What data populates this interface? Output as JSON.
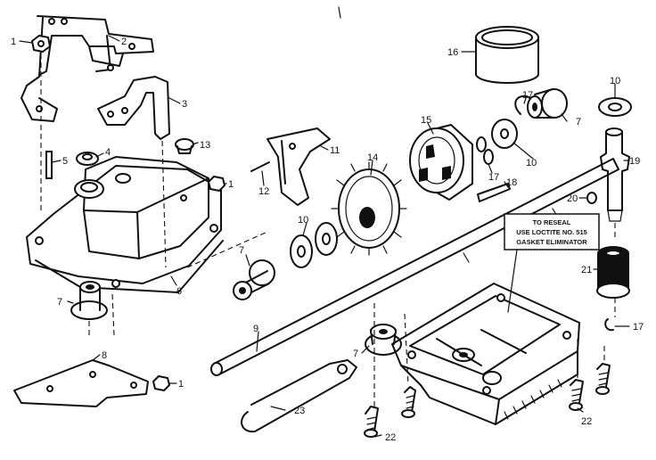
{
  "callouts": {
    "c1a": "1",
    "c1b": "1",
    "c1c": "1",
    "c2": "2",
    "c3": "3",
    "c4": "4",
    "c5": "5",
    "c6": "6",
    "c7a": "7",
    "c7b": "7",
    "c7c": "7",
    "c7d": "7",
    "c8": "8",
    "c9": "9",
    "c10a": "10",
    "c10b": "10",
    "c10c": "10",
    "c11": "11",
    "c12": "12",
    "c13": "13",
    "c14": "14",
    "c15": "15",
    "c16": "16",
    "c17a": "17",
    "c17b": "17",
    "c17c": "17",
    "c18": "18",
    "c19": "19",
    "c20": "20",
    "c21": "21",
    "c22a": "22",
    "c22b": "22",
    "c23": "23"
  },
  "note": {
    "line1": "TO RESEAL",
    "line2": "USE LOCTITE NO. 515",
    "line3": "GASKET ELIMINATOR"
  }
}
